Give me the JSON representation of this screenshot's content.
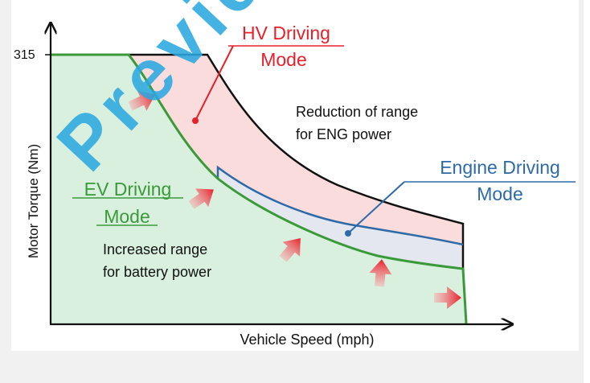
{
  "diagram": {
    "y_axis_label": "Motor Torque (Nm)",
    "x_axis_label": "Vehicle Speed (mph)",
    "y_tick_label": "315",
    "hv_label_line1": "HV Driving",
    "hv_label_line2": "Mode",
    "ev_label_line1": "EV Driving",
    "ev_label_line2": "Mode",
    "engine_label_line1": "Engine Driving",
    "engine_label_line2": "Mode",
    "eng_note_line1": "Reduction of range",
    "eng_note_line2": "for ENG power",
    "battery_note_line1": "Increased range",
    "battery_note_line2": "for battery power",
    "watermark": "Preview"
  },
  "colors": {
    "ev_green": "#3a9a3a",
    "ev_fill": "#d9f0df",
    "hv_red": "#e8202a",
    "hv_fill": "#fbdcdc",
    "engine_blue": "#2e6aa8",
    "engine_fill": "#e4e6f0",
    "watermark_blue": "#2ba7e0"
  }
}
